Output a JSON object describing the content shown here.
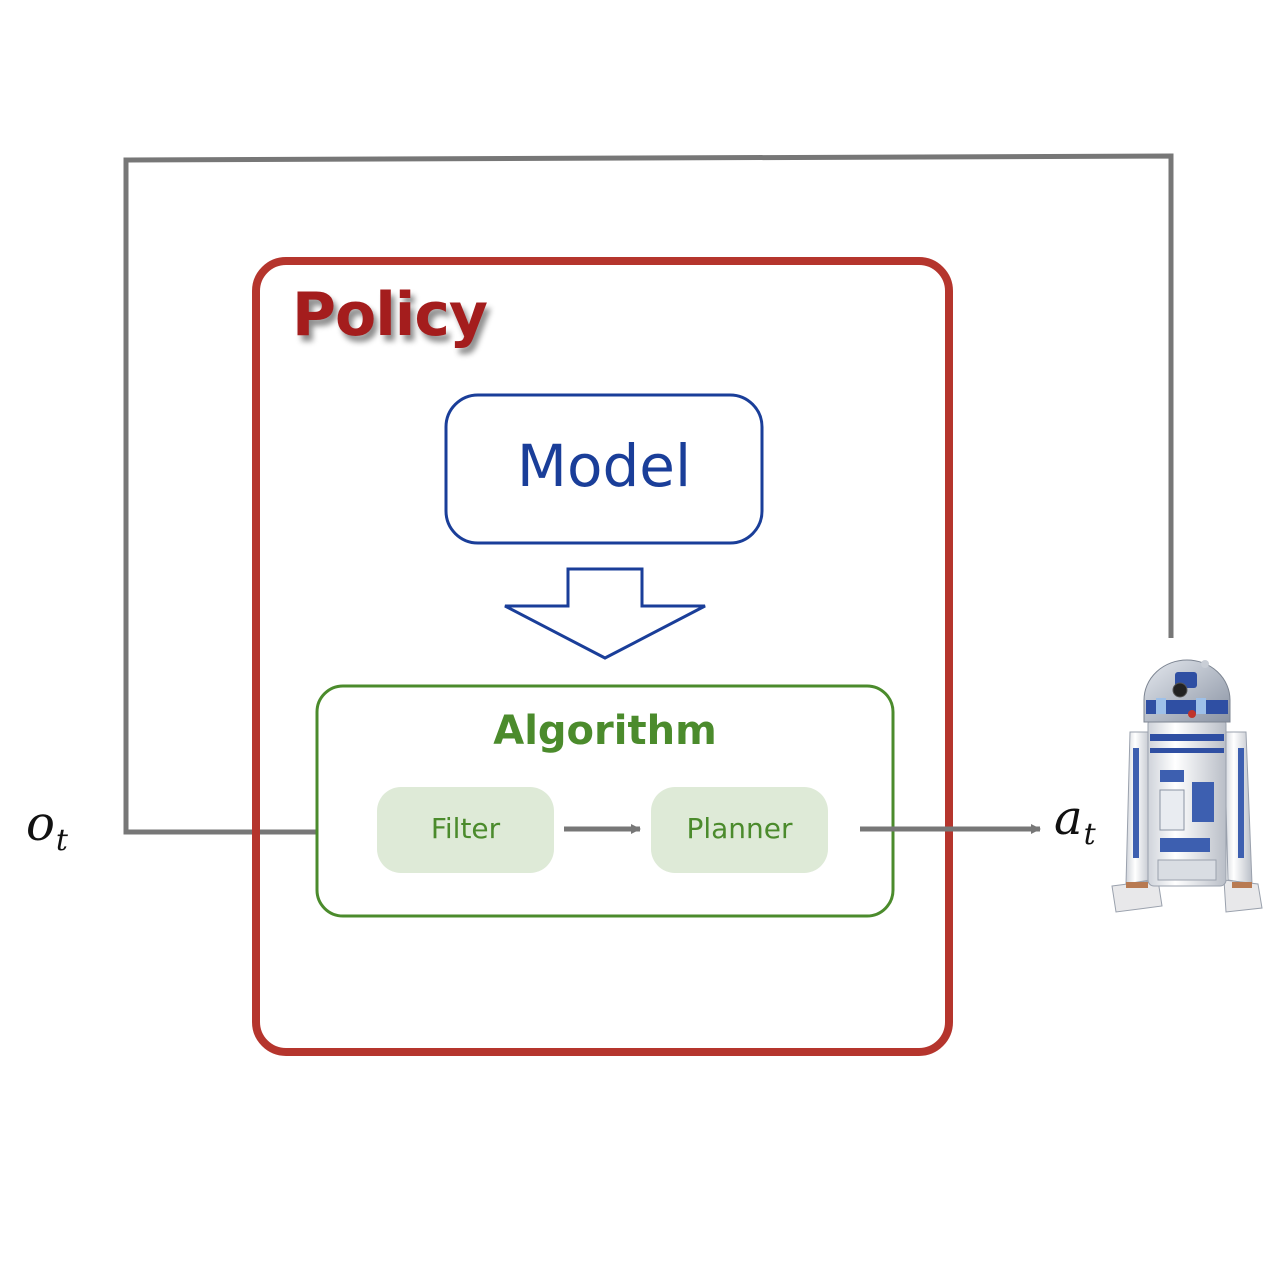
{
  "policy": {
    "title": "Policy"
  },
  "model": {
    "label": "Model"
  },
  "algorithm": {
    "title": "Algorithm",
    "filter_label": "Filter",
    "planner_label": "Planner"
  },
  "observation": {
    "symbol": "o",
    "subscript": "t"
  },
  "action": {
    "symbol": "a",
    "subscript": "t"
  },
  "robot": {
    "icon": "r2d2-robot-icon"
  },
  "colors": {
    "policy": "#b5352d",
    "model": "#1a3e99",
    "algorithm": "#4b8b2c",
    "module_fill": "#deead7",
    "connector": "#777777"
  }
}
